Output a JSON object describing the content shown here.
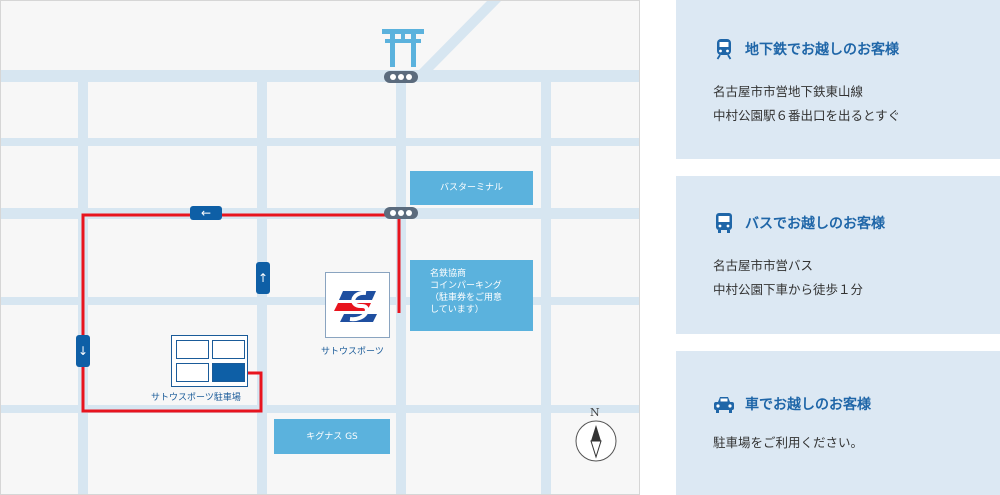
{
  "map": {
    "labels": {
      "bus_terminal": "バスターミナル",
      "parking_lines": [
        "名鉄協商",
        "コインパーキング",
        "（駐車券をご用意",
        "しています）"
      ],
      "kygnus": "キグナス GS",
      "sato_sports": "サトウスポーツ",
      "sato_parking": "サトウスポーツ駐車場",
      "compass_north": "N"
    },
    "icons": {
      "torii": "torii-gate-icon",
      "signal": "traffic-signal-icon",
      "arrow_left": "arrow-left-icon",
      "arrow_up": "arrow-up-icon",
      "arrow_down": "arrow-down-icon",
      "compass": "compass-icon"
    },
    "colors": {
      "route": "#e8141e",
      "road": "#d7e6f1",
      "building": "#5bb2dd",
      "sign": "#0e5fa6"
    }
  },
  "access": {
    "subway": {
      "title": "地下鉄でお越しのお客様",
      "lines": [
        "名古屋市市営地下鉄東山線",
        "中村公園駅６番出口を出るとすぐ"
      ],
      "icon": "subway-icon"
    },
    "bus": {
      "title": "バスでお越しのお客様",
      "lines": [
        "名古屋市市営バス",
        "中村公園下車から徒歩１分"
      ],
      "icon": "bus-icon"
    },
    "car": {
      "title": "車でお越しのお客様",
      "lines": [
        "駐車場をご利用ください。"
      ],
      "icon": "car-icon"
    }
  }
}
